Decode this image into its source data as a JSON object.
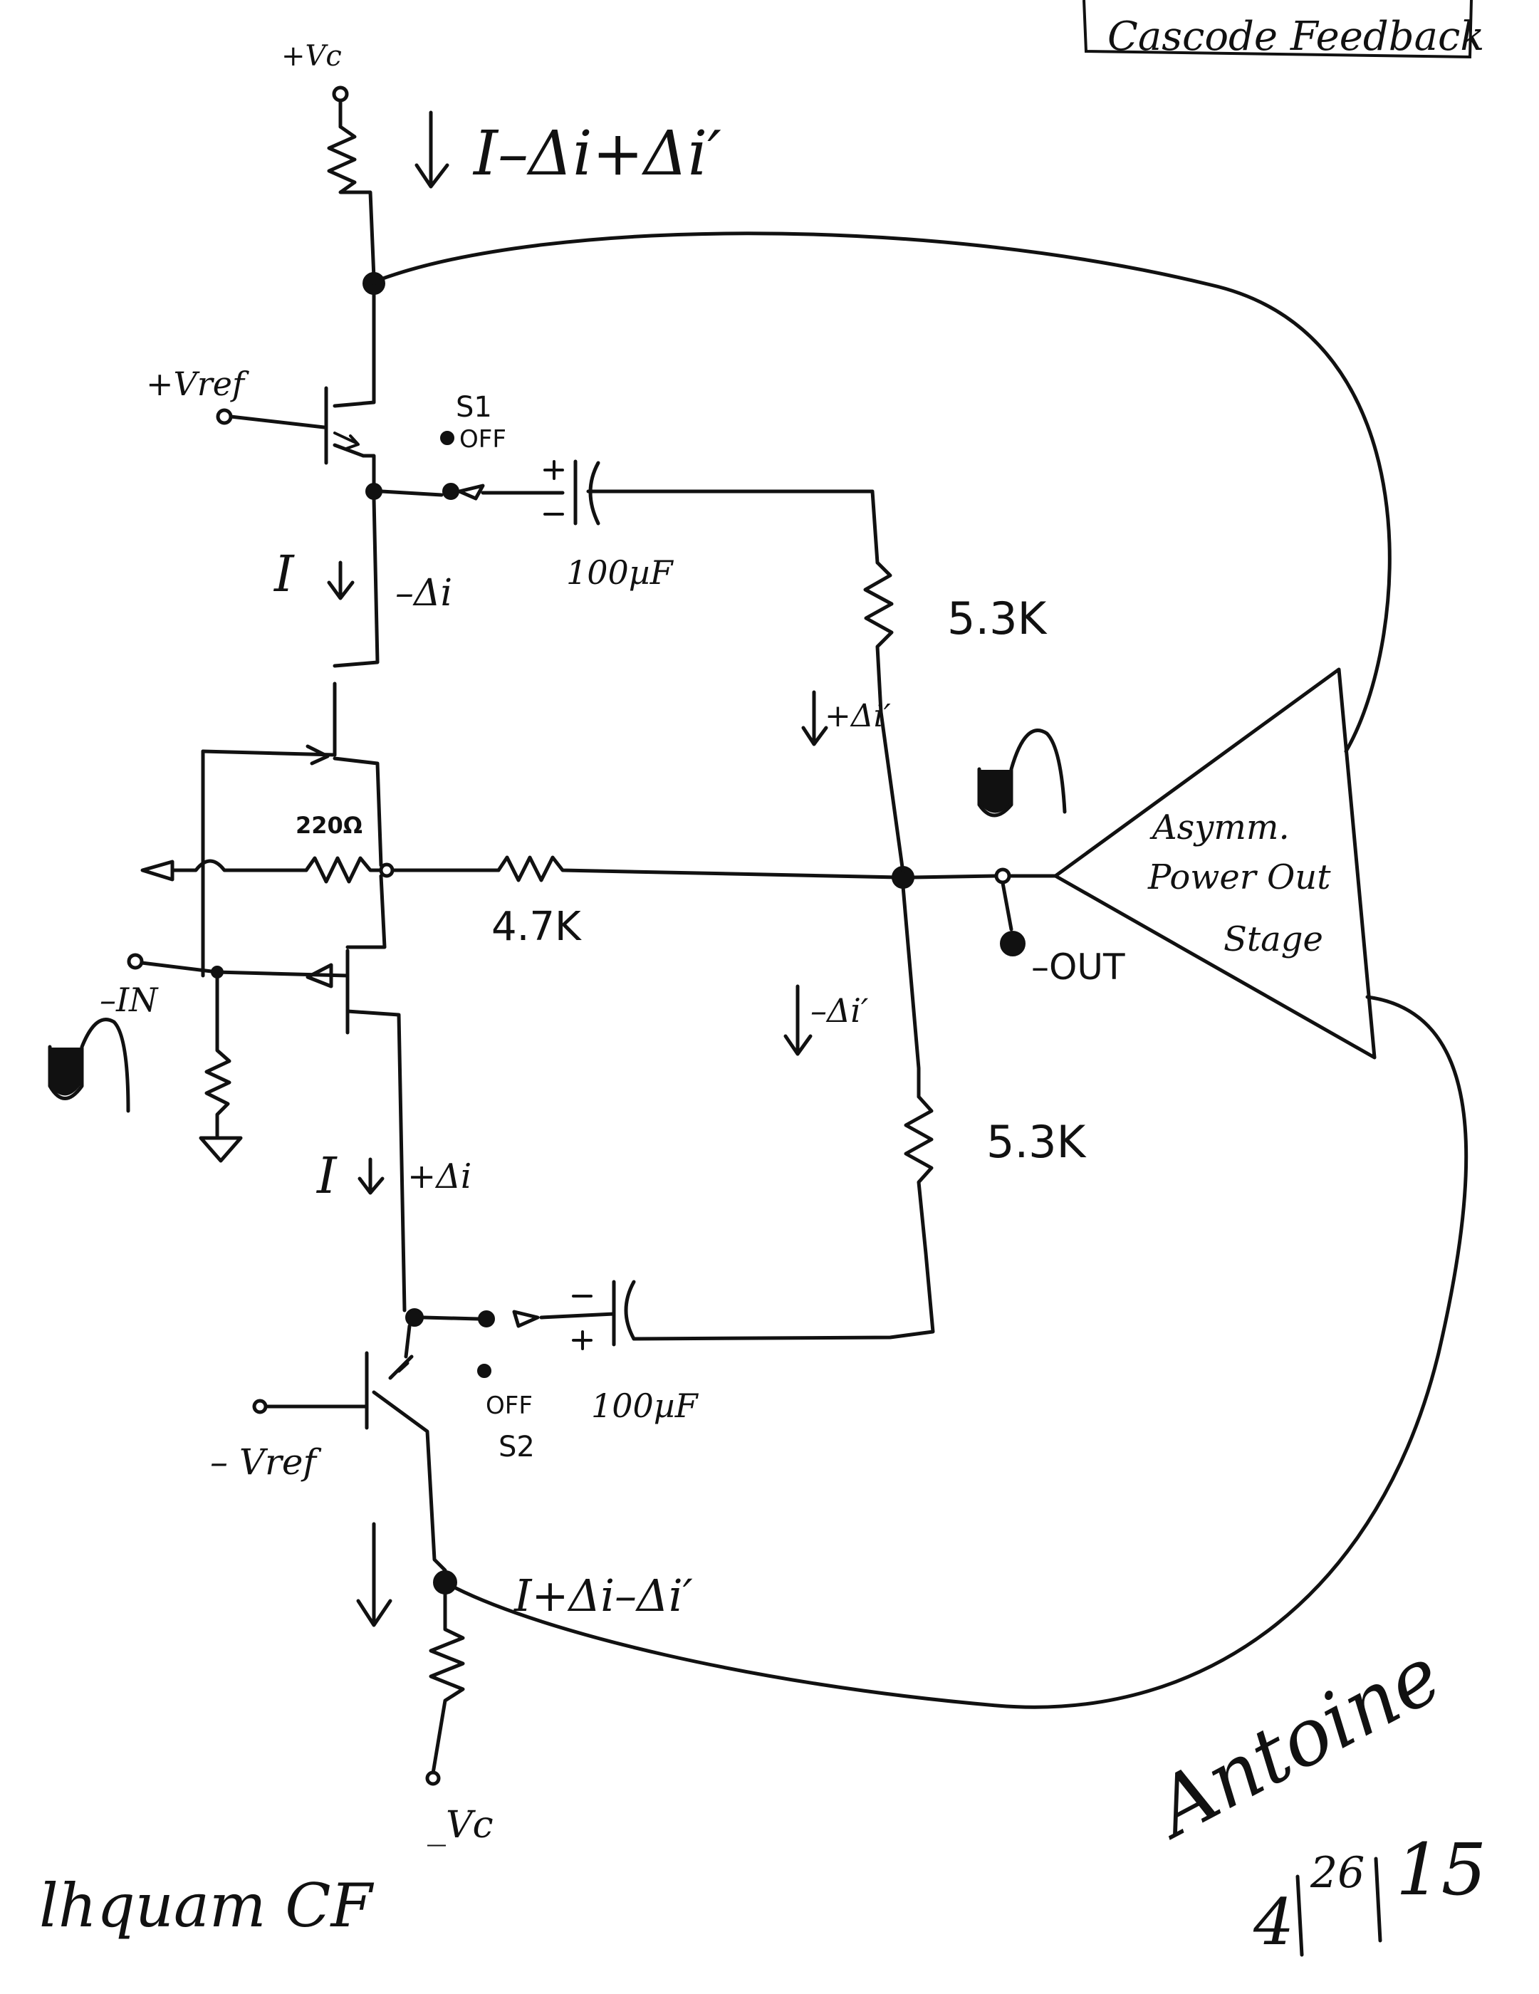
{
  "title": "Cascode Feedback",
  "supply": {
    "positive": "+Vc",
    "negative": "_Vc"
  },
  "currents": {
    "top": "I–Δi+Δi′",
    "upper_branch_I": "I",
    "upper_branch_delta": "–Δi",
    "upper_feedback": "+Δi′",
    "lower_feedback": "–Δi′",
    "lower_branch_I": "I",
    "lower_branch_delta": "+Δi",
    "bottom": "I+Δi–Δi′"
  },
  "references": {
    "positive": "+Vref",
    "negative": "– Vref"
  },
  "switches": {
    "s1_name": "S1",
    "s1_state": "OFF",
    "s2_name": "S2",
    "s2_state": "OFF"
  },
  "components": {
    "cap_top": "100µF",
    "cap_bottom": "100µF",
    "res_top": "5.3K",
    "res_bottom": "5.3K",
    "res_feedback": "4.7K",
    "res_small": "220Ω"
  },
  "ports": {
    "input": "–IN",
    "output": "–OUT"
  },
  "amplifier": {
    "line1": "Asymm.",
    "line2": "Power Out",
    "line3": "Stage"
  },
  "signature": {
    "name": "Antoine",
    "date_month": "4",
    "date_day": "26",
    "date_year": "15",
    "brand": "lhquam CF"
  }
}
